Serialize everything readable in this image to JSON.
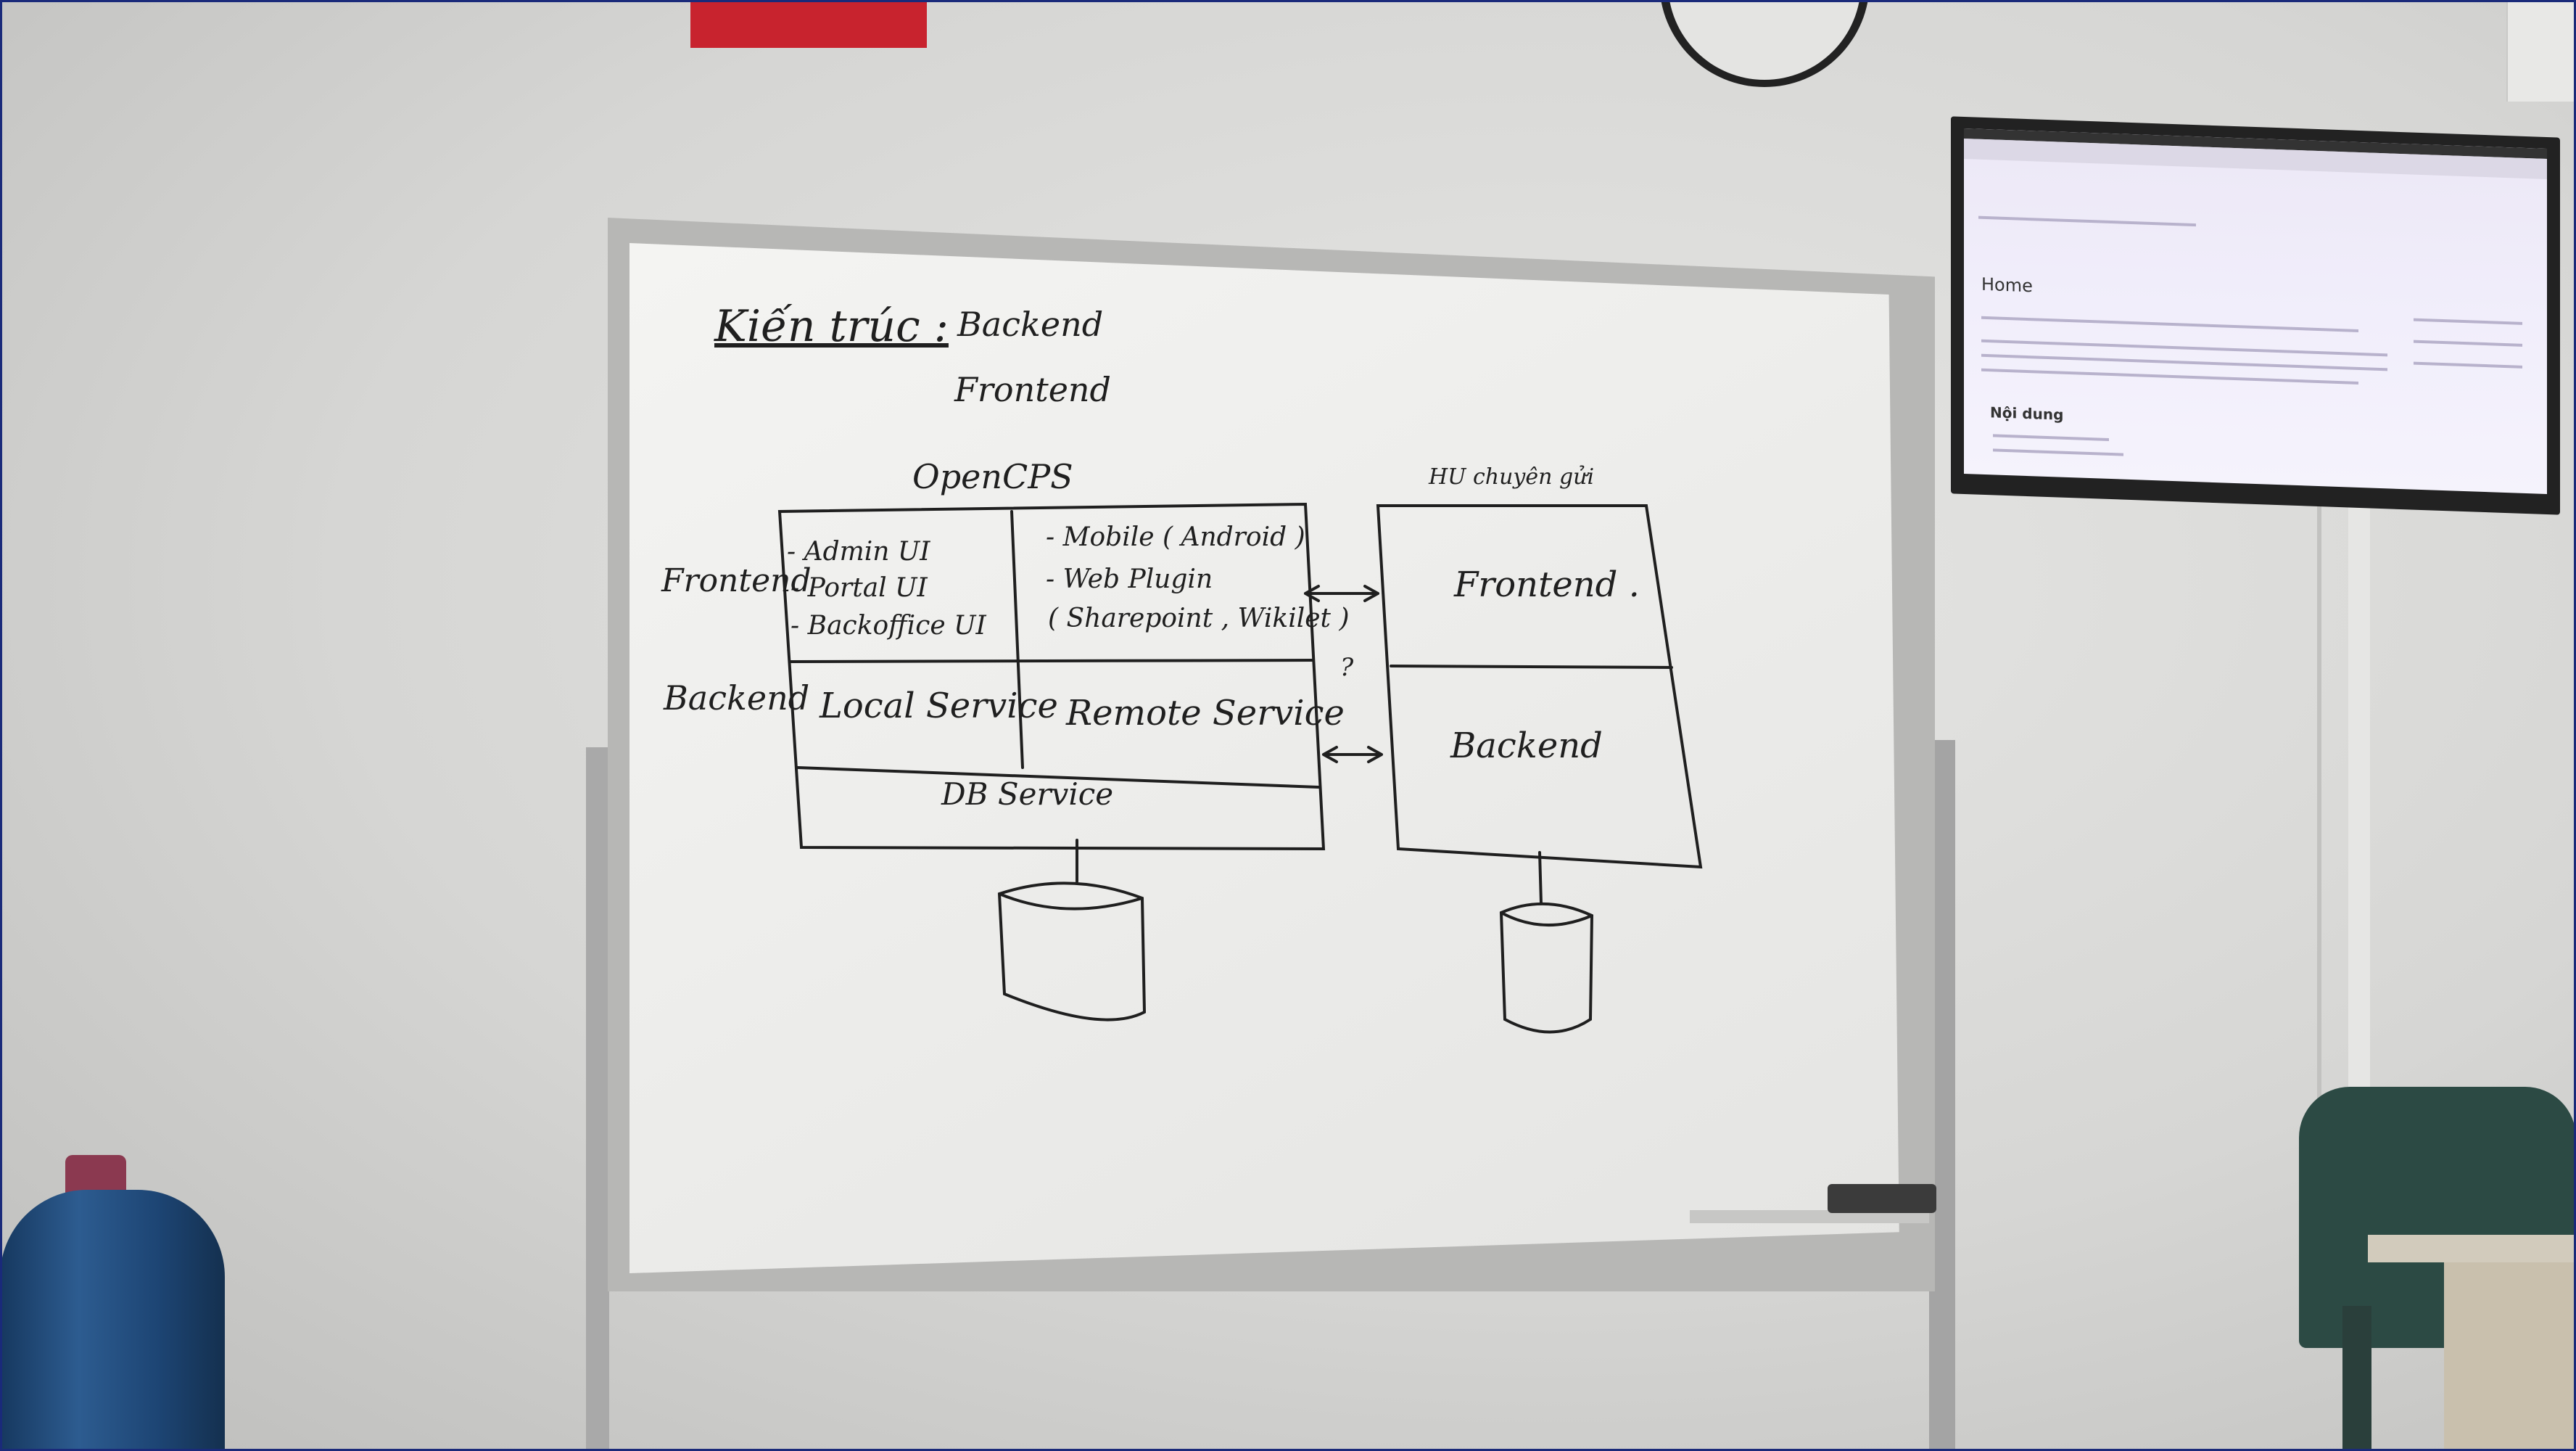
{
  "scene": "whiteboard-diagram",
  "whiteboard": {
    "heading": "Kiến trúc :",
    "heading_items": [
      "Backend",
      "Frontend"
    ],
    "left_system": {
      "title": "OpenCPS",
      "row_labels": [
        "Frontend",
        "Backend"
      ],
      "frontend_left": [
        "- Admin UI",
        "- Portal UI",
        "- Backoffice UI"
      ],
      "frontend_right": [
        "- Mobile ( Android )",
        "- Web Plugin",
        "( Sharepoint , Wikilet )"
      ],
      "backend_left": "Local Service",
      "backend_right": "Remote Service",
      "bottom": "DB Service"
    },
    "right_system": {
      "title": "HU chuyên gửi",
      "top": "Frontend .",
      "bottom": "Backend"
    },
    "connector_question": "?"
  },
  "tv_screen": {
    "page_title": "Home",
    "section": "Nội dung"
  },
  "colors": {
    "marker": "#1f1f1f",
    "whiteboard": "#f1f1ef",
    "wall": "#dedede",
    "sign": "#c8232e",
    "bottle": "#1d4574",
    "chair": "#2c4a44"
  }
}
